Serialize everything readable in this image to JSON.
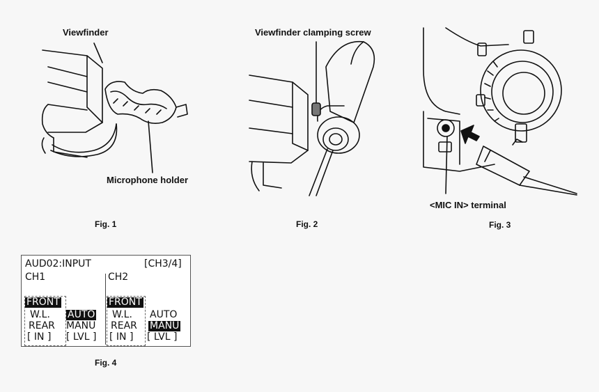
{
  "fig1": {
    "viewfinder_label": "Viewfinder",
    "holder_label": "Microphone holder",
    "caption": "Fig. 1"
  },
  "fig2": {
    "screw_label": "Viewfinder clamping screw",
    "caption": "Fig. 2"
  },
  "fig3": {
    "terminal_label": "<MIC IN> terminal",
    "caption": "Fig. 3"
  },
  "fig4": {
    "caption": "Fig. 4",
    "menu": {
      "title": "AUD02:INPUT",
      "channel_tag": "[CH3/4]",
      "ch1": {
        "label": "CH1",
        "front": "FRONT",
        "wl": "W.L.",
        "rear": "REAR",
        "in": "[ IN ]",
        "auto": "AUTO",
        "manu": "MANU",
        "lvl": "[ LVL ]"
      },
      "ch2": {
        "label": "CH2",
        "front": "FRONT",
        "wl": "W.L.",
        "rear": "REAR",
        "in": "[ IN ]",
        "auto": "AUTO",
        "manu": "MANU",
        "lvl": "[ LVL ]"
      }
    }
  }
}
